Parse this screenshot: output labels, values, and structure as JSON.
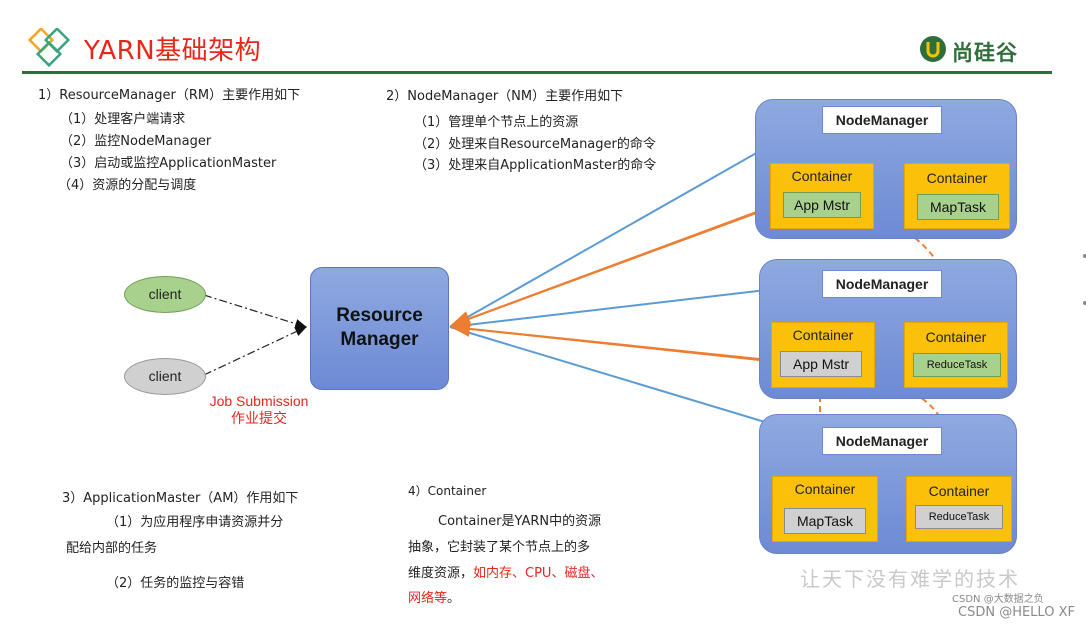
{
  "header": {
    "title": "YARN基础架构",
    "brand": "尚硅谷"
  },
  "rm_section": {
    "heading": "1）ResourceManager（RM）主要作用如下",
    "items": [
      "（1）处理客户端请求",
      "（2）监控NodeManager",
      "（3）启动或监控ApplicationMaster",
      "（4）资源的分配与调度"
    ]
  },
  "nm_section": {
    "heading": "2）NodeManager（NM）主要作用如下",
    "items": [
      "（1）管理单个节点上的资源",
      "（2）处理来自ResourceManager的命令",
      "（3）处理来自ApplicationMaster的命令"
    ]
  },
  "am_section": {
    "heading": "3）ApplicationMaster（AM）作用如下",
    "item1_line1": "（1）为应用程序申请资源并分",
    "item1_line2": "配给内部的任务",
    "item2": "（2）任务的监控与容错"
  },
  "container_section": {
    "heading": "4）Container",
    "line1": "Container是YARN中的资源",
    "line2": "抽象，它封装了某个节点上的多",
    "line3_prefix": "维度资源，",
    "line3_red": "如内存、CPU、磁盘、",
    "line4_red": "网络等",
    "line4_suffix": "。"
  },
  "diagram": {
    "clients": [
      "client",
      "client"
    ],
    "job_submission": [
      "Job Submission",
      "作业提交"
    ],
    "resource_manager": "Resource\nManager",
    "nodes": [
      {
        "label": "NodeManager",
        "containers": [
          {
            "label": "Container",
            "task": "App Mstr",
            "task_color": "green"
          },
          {
            "label": "Container",
            "task": "MapTask",
            "task_color": "green"
          }
        ]
      },
      {
        "label": "NodeManager",
        "containers": [
          {
            "label": "Container",
            "task": "App Mstr",
            "task_color": "grey"
          },
          {
            "label": "Container",
            "task": "ReduceTask",
            "task_color": "green"
          }
        ]
      },
      {
        "label": "NodeManager",
        "containers": [
          {
            "label": "Container",
            "task": "MapTask",
            "task_color": "grey"
          },
          {
            "label": "Container",
            "task": "ReduceTask",
            "task_color": "grey"
          }
        ]
      }
    ]
  },
  "footer": {
    "watermark": "让天下没有难学的技术",
    "csdn_small": "CSDN @大数据之负",
    "csdn_main": "CSDN @HELLO XF"
  },
  "colors": {
    "accent_red": "#e8261a",
    "brand_green": "#2f6e3a",
    "arrow_blue": "#5b9bd5",
    "arrow_orange": "#ed7d31",
    "node_blue": "#7f9bdc",
    "container_yellow": "#fbc10a"
  }
}
